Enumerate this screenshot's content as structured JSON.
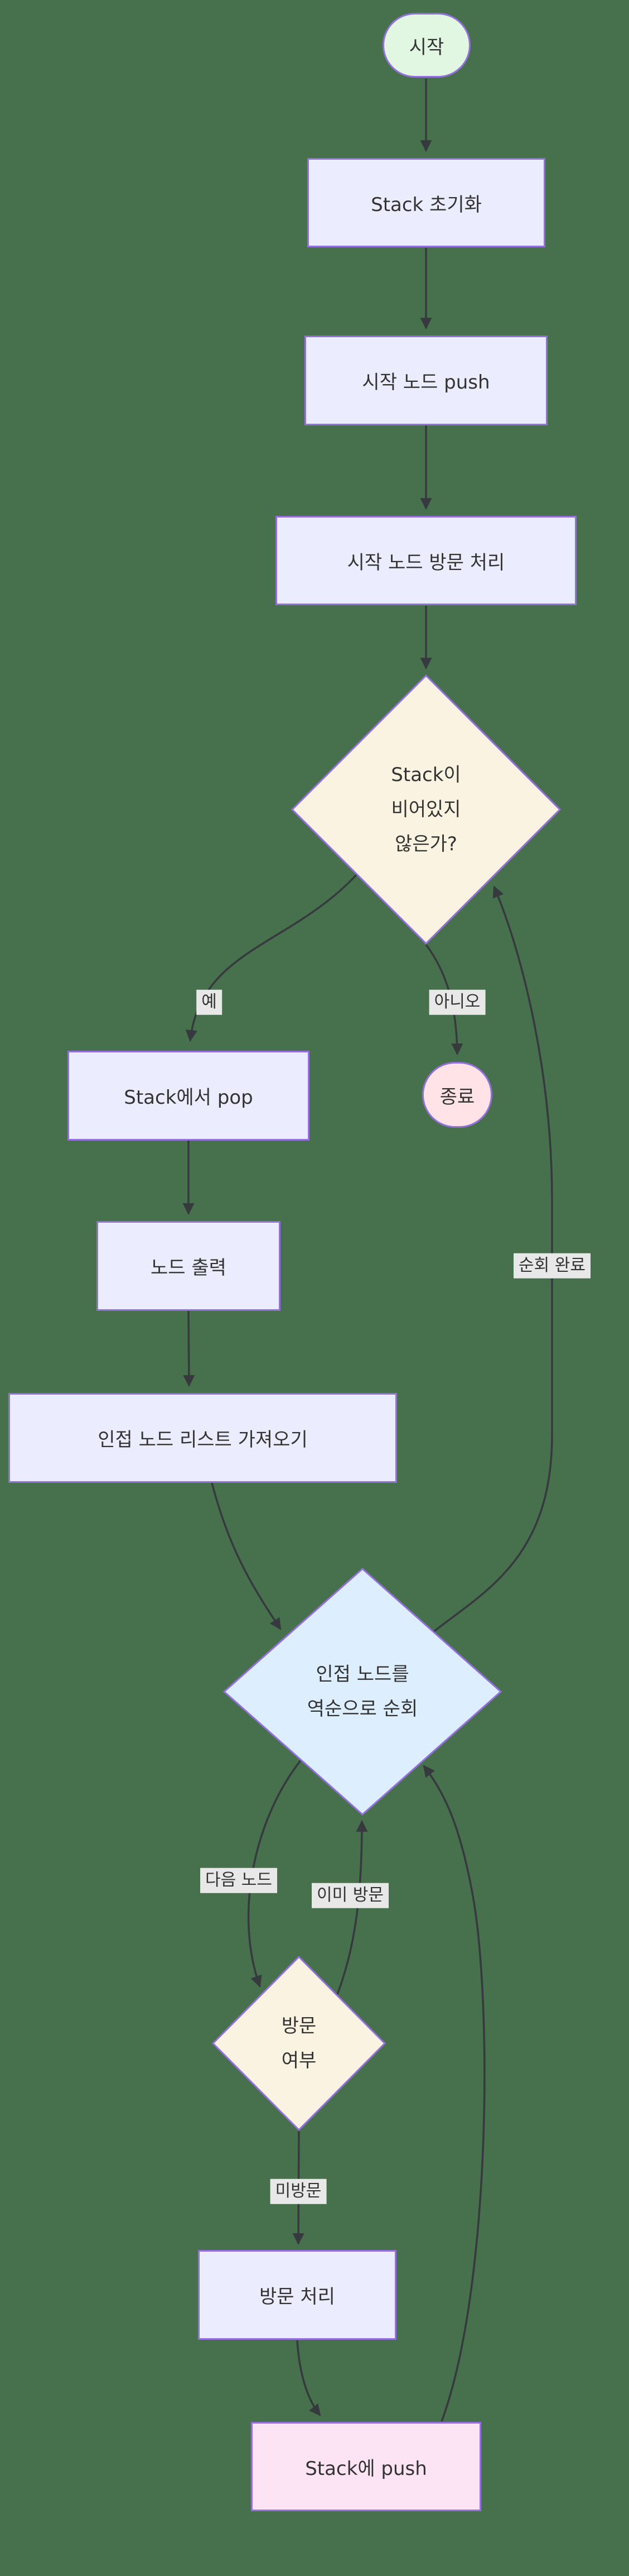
{
  "diagram": {
    "type": "flowchart",
    "background_color": "#47704d",
    "edge_color": "#363a3e",
    "edge_label_bg": "#e8e8e8",
    "text_color": "#333333",
    "node_border_color": "#9370db",
    "nodes": {
      "start": {
        "label": "시작",
        "shape": "stadium",
        "fill": "#e1f7e1"
      },
      "stack_init": {
        "label": "Stack 초기화",
        "shape": "rect",
        "fill": "#ececff"
      },
      "push_start": {
        "label": "시작 노드 push",
        "shape": "rect",
        "fill": "#ececff"
      },
      "visit_start": {
        "label": "시작 노드 방문 처리",
        "shape": "rect",
        "fill": "#ececff"
      },
      "stack_not_empty": {
        "label": "Stack이 비어있지 않은가?",
        "lines": [
          "Stack이",
          "비어있지",
          "않은가?"
        ],
        "shape": "diamond",
        "fill": "#faf3e1"
      },
      "pop": {
        "label": "Stack에서 pop",
        "shape": "rect",
        "fill": "#ececff"
      },
      "end": {
        "label": "종료",
        "shape": "stadium",
        "fill": "#ffe3e6"
      },
      "print_node": {
        "label": "노드 출력",
        "shape": "rect",
        "fill": "#ececff"
      },
      "adj_list": {
        "label": "인접 노드 리스트 가져오기",
        "shape": "rect",
        "fill": "#ececff"
      },
      "traverse_reverse": {
        "label": "인접 노드를 역순으로 순회",
        "lines": [
          "인접 노드를",
          "역순으로 순회"
        ],
        "shape": "diamond",
        "fill": "#ddeffe"
      },
      "visited_check": {
        "label": "방문 여부",
        "lines": [
          "방문",
          "여부"
        ],
        "shape": "diamond",
        "fill": "#faf3e1"
      },
      "visit_proc": {
        "label": "방문 처리",
        "shape": "rect",
        "fill": "#ececff"
      },
      "push_stack": {
        "label": "Stack에 push",
        "shape": "rect",
        "fill": "#fce4f4"
      }
    },
    "edge_labels": {
      "yes": "예",
      "no": "아니오",
      "traverse_done": "순회 완료",
      "next_node": "다음 노드",
      "already_visited": "이미 방문",
      "not_visited": "미방문"
    }
  }
}
